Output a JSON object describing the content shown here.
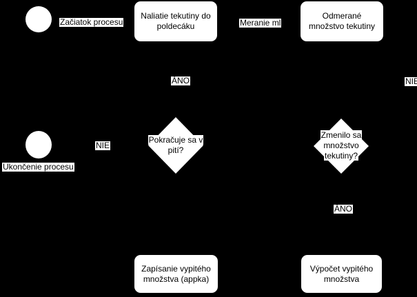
{
  "diagram": {
    "type": "flowchart",
    "background_color": "#000000",
    "node_fill_color": "#ffffff",
    "text_color": "#000000",
    "label_background_color": "#ffffff",
    "nodes": {
      "start": {
        "shape": "circle",
        "label": "Začiatok procesu"
      },
      "pour_liquid": {
        "shape": "rounded-rect",
        "label": "Naliatie tekutiny do poldecáku"
      },
      "measured_amount": {
        "shape": "rounded-rect",
        "label": "Odmerané množstvo tekutiny"
      },
      "continue_drinking": {
        "shape": "diamond",
        "label": "Pokračuje sa v pití?"
      },
      "amount_changed": {
        "shape": "diamond",
        "label": "Zmenilo sa množstvo tekutiny?"
      },
      "end": {
        "shape": "circle",
        "label": "Ukončenie procesu"
      },
      "record_amount": {
        "shape": "rounded-rect",
        "label": "Zapísanie vypitého množstva (appka)"
      },
      "compute_amount": {
        "shape": "rounded-rect",
        "label": "Výpočet vypitého množstva"
      }
    },
    "edge_labels": {
      "meranie_ml": "Meranie ml",
      "ano_top": "ÁNO",
      "nie_right": "NIE",
      "nie_left": "NIE",
      "ano_bottom": "ÁNO"
    }
  }
}
